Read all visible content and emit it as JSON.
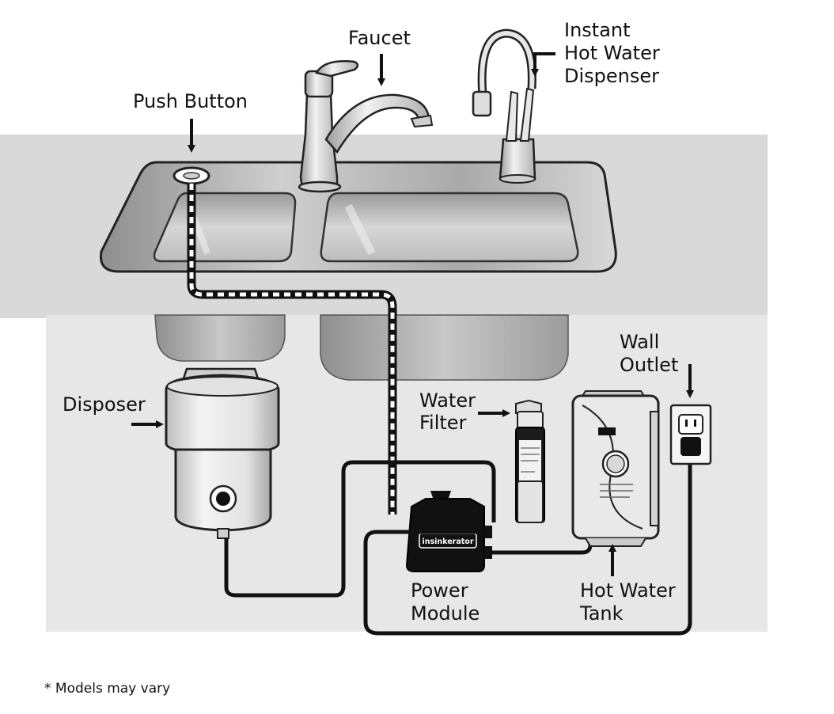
{
  "labels": {
    "faucet": "Faucet",
    "push_button": "Push Button",
    "instant_hot_water_dispenser": [
      "Instant",
      "Hot Water",
      "Dispenser"
    ],
    "disposer": "Disposer",
    "water_filter": [
      "Water",
      "Filter"
    ],
    "wall_outlet": [
      "Wall",
      "Outlet"
    ],
    "power_module": [
      "Power",
      "Module"
    ],
    "hot_water_tank": [
      "Hot Water",
      "Tank"
    ]
  },
  "brand_text": "insinkerator",
  "footnote": "* Models may vary",
  "colors": {
    "outline": "#111111",
    "counter": "#d9d9d9",
    "cabinet": "#e6e6e6",
    "steel": "#b4b4b4",
    "module": "#111111",
    "background": "#ffffff"
  }
}
